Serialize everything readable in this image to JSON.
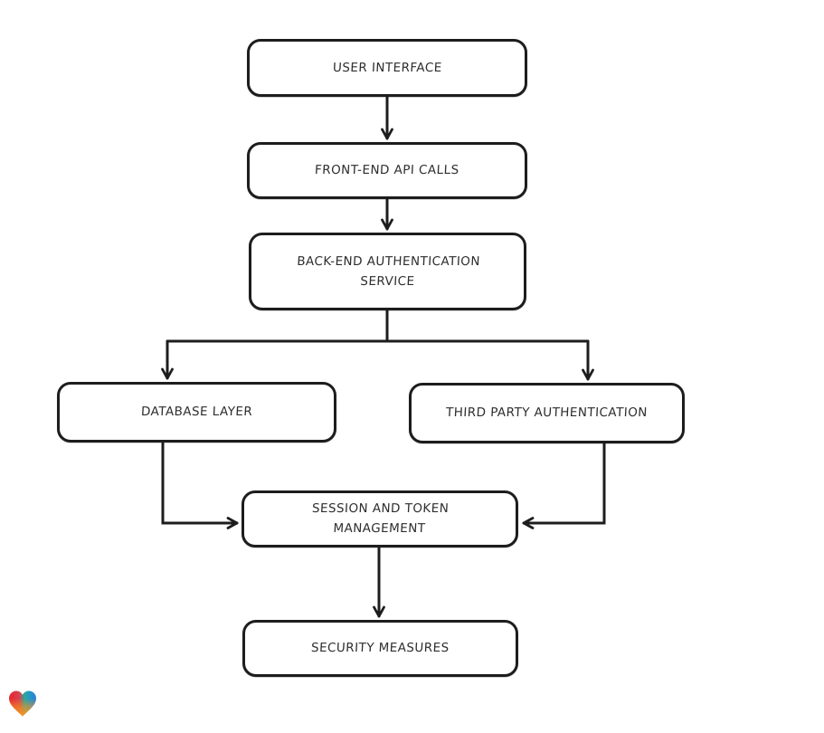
{
  "diagram": {
    "type": "flowchart",
    "background_color": "#ffffff",
    "stroke_color": "#1d1d1d",
    "text_color": "#2e2e2e",
    "nodes": {
      "user_interface": {
        "label": "USER INTERFACE"
      },
      "front_end_api_calls": {
        "label": "FRONT-END API CALLS"
      },
      "back_end_authentication_service": {
        "label": "BACK-END AUTHENTICATION SERVICE"
      },
      "database_layer": {
        "label": "DATABASE LAYER"
      },
      "third_party_authentication": {
        "label": "THIRD PARTY AUTHENTICATION"
      },
      "session_and_token_management": {
        "label": "SESSION AND TOKEN MANAGEMENT"
      },
      "security_measures": {
        "label": "SECURITY MEASURES"
      }
    },
    "edges": [
      {
        "from": "user_interface",
        "to": "front_end_api_calls"
      },
      {
        "from": "front_end_api_calls",
        "to": "back_end_authentication_service"
      },
      {
        "from": "back_end_authentication_service",
        "to": "database_layer"
      },
      {
        "from": "back_end_authentication_service",
        "to": "third_party_authentication"
      },
      {
        "from": "database_layer",
        "to": "session_and_token_management"
      },
      {
        "from": "third_party_authentication",
        "to": "session_and_token_management"
      },
      {
        "from": "session_and_token_management",
        "to": "security_measures"
      }
    ],
    "logo": {
      "name": "heart-logo",
      "gradient_colors": [
        "#e8252c",
        "#2aa79b",
        "#2f7fd4",
        "#f7941d"
      ]
    }
  }
}
